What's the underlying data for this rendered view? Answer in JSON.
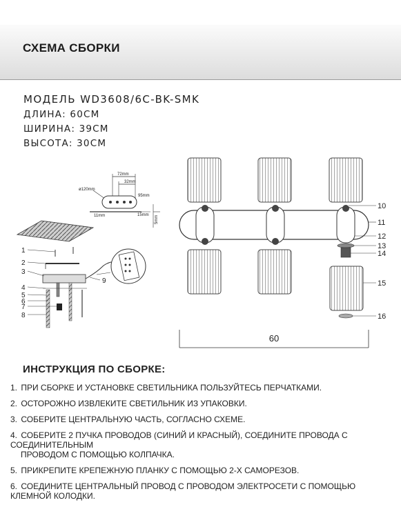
{
  "header": {
    "title": "СХЕМА СБОРКИ"
  },
  "specs": {
    "model": "МОДЕЛЬ WD3608/6C-BK-SMK",
    "length": "ДЛИНА: 60СМ",
    "width": "ШИРИНА: 39СМ",
    "height": "ВЫСОТА: 30СМ"
  },
  "bracket_dims": {
    "d1": "72mm",
    "d2": "32mm",
    "d3": "95mm",
    "d4": "ø120mm",
    "d5": "11mm",
    "d6": "15mm",
    "d7": "5mm"
  },
  "left_callouts": [
    "1",
    "2",
    "3",
    "4",
    "5",
    "6",
    "7",
    "8",
    "9"
  ],
  "right_callouts": [
    "10",
    "11",
    "12",
    "13",
    "14",
    "15",
    "16"
  ],
  "dimension_label": "60",
  "instructions": {
    "title": "ИНСТРУКЦИЯ ПО СБОРКЕ:",
    "items": [
      {
        "num": "1.",
        "text": "ПРИ СБОРКЕ И УСТАНОВКЕ СВЕТИЛЬНИКА ПОЛЬЗУЙТЕСЬ ПЕРЧАТКАМИ."
      },
      {
        "num": "2.",
        "text": "ОСТОРОЖНО ИЗВЛЕКИТЕ СВЕТИЛЬНИК ИЗ УПАКОВКИ."
      },
      {
        "num": "3.",
        "text": "СОБЕРИТЕ ЦЕНТРАЛЬНУЮ ЧАСТЬ, СОГЛАСНО СХЕМЕ."
      },
      {
        "num": "4.",
        "text": "СОБЕРИТЕ 2 ПУЧКА ПРОВОДОВ (СИНИЙ И КРАСНЫЙ), СОЕДИНИТЕ ПРОВОДА С СОЕДИНИТЕЛЬНЫМ",
        "cont": "ПРОВОДОМ С ПОМОЩЬЮ КОЛПАЧКА."
      },
      {
        "num": "5.",
        "text": "ПРИКРЕПИТЕ КРЕПЕЖНУЮ ПЛАНКУ С ПОМОЩЬЮ 2-Х САМОРЕЗОВ."
      },
      {
        "num": "6.",
        "text": "СОЕДИНИТЕ ЦЕНТРАЛЬНЫЙ ПРОВОД С ПРОВОДОМ ЭЛЕКТРОСЕТИ С ПОМОЩЬЮ КЛЕМНОЙ КОЛОДКИ."
      }
    ]
  }
}
